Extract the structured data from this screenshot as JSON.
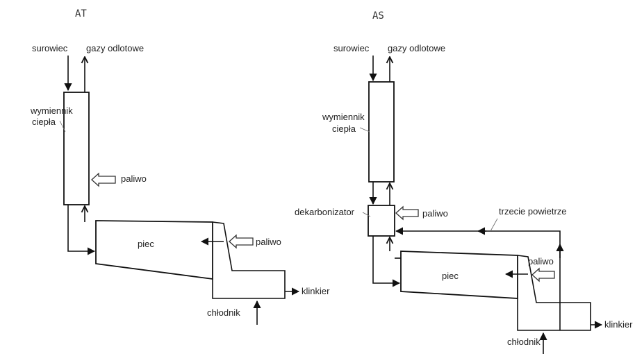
{
  "diagrams": {
    "at": {
      "title": "AT",
      "labels": {
        "surowiec": "surowiec",
        "gazy": "gazy odlotowe",
        "wymiennik_1": "wymiennik",
        "wymiennik_2": "ciepła",
        "paliwo_exchanger": "paliwo",
        "paliwo_kiln": "paliwo",
        "piec": "piec",
        "klinkier": "klinkier",
        "chlodnik": "chłodnik"
      }
    },
    "as": {
      "title": "AS",
      "labels": {
        "surowiec": "surowiec",
        "gazy": "gazy odlotowe",
        "wymiennik_1": "wymiennik",
        "wymiennik_2": "ciepła",
        "dekarbonizator": "dekarbonizator",
        "paliwo_dekarb": "paliwo",
        "trzecie": "trzecie powietrze",
        "piec": "piec",
        "paliwo_kiln": "paliwo",
        "klinkier": "klinkier",
        "chlodnik": "chłodnik"
      }
    }
  },
  "colors": {
    "line": "#111111",
    "text": "#222222",
    "background": "#ffffff"
  }
}
